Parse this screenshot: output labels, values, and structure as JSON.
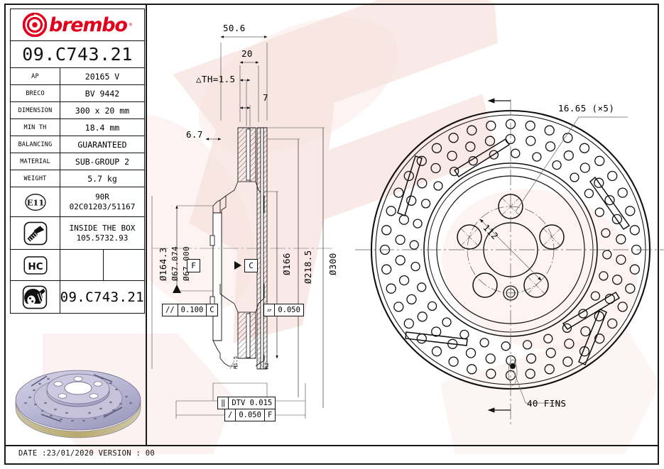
{
  "sheet": {
    "date_line": "DATE :23/01/2020 VERSION : 00",
    "brand": "brembo",
    "brand_mark": "brembo-roundel",
    "brand_color": "#e2001a",
    "watermark_color": "#f6dcd8"
  },
  "info_table": {
    "part_number": "09.C743.21",
    "footer_part_number": "09.C743.21",
    "rows": [
      {
        "label": "AP",
        "value": "20165 V"
      },
      {
        "label": "BRECO",
        "value": "BV 9442"
      },
      {
        "label": "DIMENSION",
        "value": "300 x 20 mm"
      },
      {
        "label": "MIN TH",
        "value": "18.4 mm"
      },
      {
        "label": "BALANCING",
        "value": "GUARANTEED"
      },
      {
        "label": "MATERIAL",
        "value": "SUB-GROUP 2"
      },
      {
        "label": "WEIGHT",
        "value": "5.7 kg"
      }
    ],
    "homologation": {
      "icon": "e11-circle-icon",
      "badge": "E11",
      "line1": "90R",
      "line2": "02C01203/51167"
    },
    "inside_box": {
      "icon": "screw-icon",
      "line1": "INSIDE THE BOX",
      "line2": "105.5732.93"
    },
    "hc": {
      "icon": "hc-icon",
      "badge": "HC"
    },
    "tire_row": {
      "icon": "tire-icon"
    }
  },
  "section_view": {
    "dims": {
      "overall_width": "50.6",
      "hat_offset": "20",
      "th_delta": "△TH=1.5",
      "flange_thk": "7",
      "offset_left": "6.7",
      "dia_164": "Ø164.3",
      "dia_67_upper": "Ø67.074",
      "dia_67_lower": "Ø67.000",
      "dia_166": "Ø166",
      "dia_218": "Ø218.5",
      "dia_300": "Ø300",
      "chamfer_left": "R1.5",
      "chamfer_right": "R2"
    },
    "datums": {
      "f": "F",
      "c": "C"
    },
    "tolerances": [
      {
        "symbol": "//",
        "value": "0.100",
        "datum": "C"
      },
      {
        "symbol": "▱",
        "value": "0.050",
        "datum": ""
      },
      {
        "symbol": "DTV",
        "value": "DTV 0.015",
        "datum": ""
      },
      {
        "symbol": "/",
        "value": "0.050",
        "datum": "F"
      }
    ]
  },
  "face_view": {
    "bolt_hole_note": "16.65 (×5)",
    "pcd_label": "112",
    "fins_note": "40 FINS"
  }
}
